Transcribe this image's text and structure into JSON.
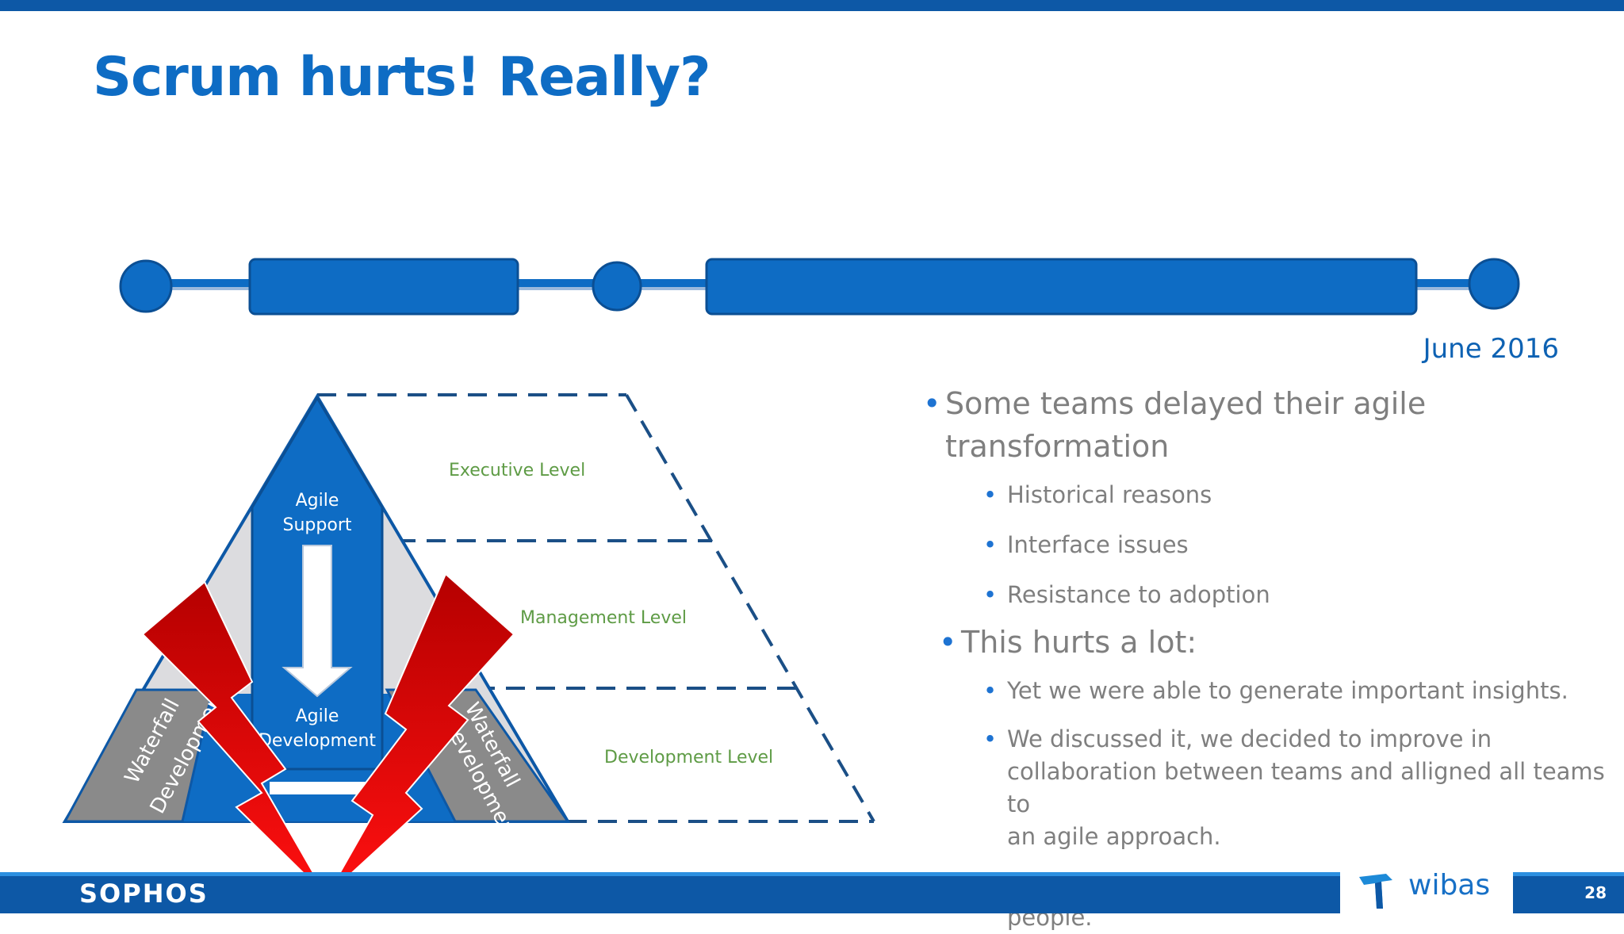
{
  "slide": {
    "title": "Scrum hurts! Really?",
    "date": "June 2016",
    "page_number": "28"
  },
  "diagram": {
    "levels": [
      "Executive Level",
      "Management Level",
      "Development Level"
    ],
    "agile_support": [
      "Agile",
      "Support"
    ],
    "agile_development": [
      "Agile",
      "Development"
    ],
    "waterfall_left": [
      "Waterfall",
      "Development"
    ],
    "waterfall_right": [
      "Waterfall",
      "Development"
    ]
  },
  "bullets": [
    {
      "level": 1,
      "text": "Some teams delayed their agile transformation"
    },
    {
      "level": 2,
      "text": "Historical reasons"
    },
    {
      "level": 2,
      "text": "Interface issues"
    },
    {
      "level": 2,
      "text": "Resistance to adoption"
    },
    {
      "level": 1,
      "text": "This hurts a lot:"
    },
    {
      "level": 2,
      "text": "Yet we were able to generate important insights."
    },
    {
      "level": 2,
      "lines": [
        "We discussed it, we decided to improve in",
        "collaboration between teams and alligned all teams to",
        "an agile approach."
      ]
    },
    {
      "level": 2,
      "text": "This takes time. Respect that and don‘t force people."
    }
  ],
  "footer": {
    "left_logo": "SOPHOS",
    "right_logo": "wibas"
  },
  "colors": {
    "brand_blue": "#0d58a6",
    "accent_blue": "#0e6cc4",
    "level_label_green": "#5e9b45",
    "lightning_red": "#e00000",
    "text_gray": "#7f7f7f"
  }
}
